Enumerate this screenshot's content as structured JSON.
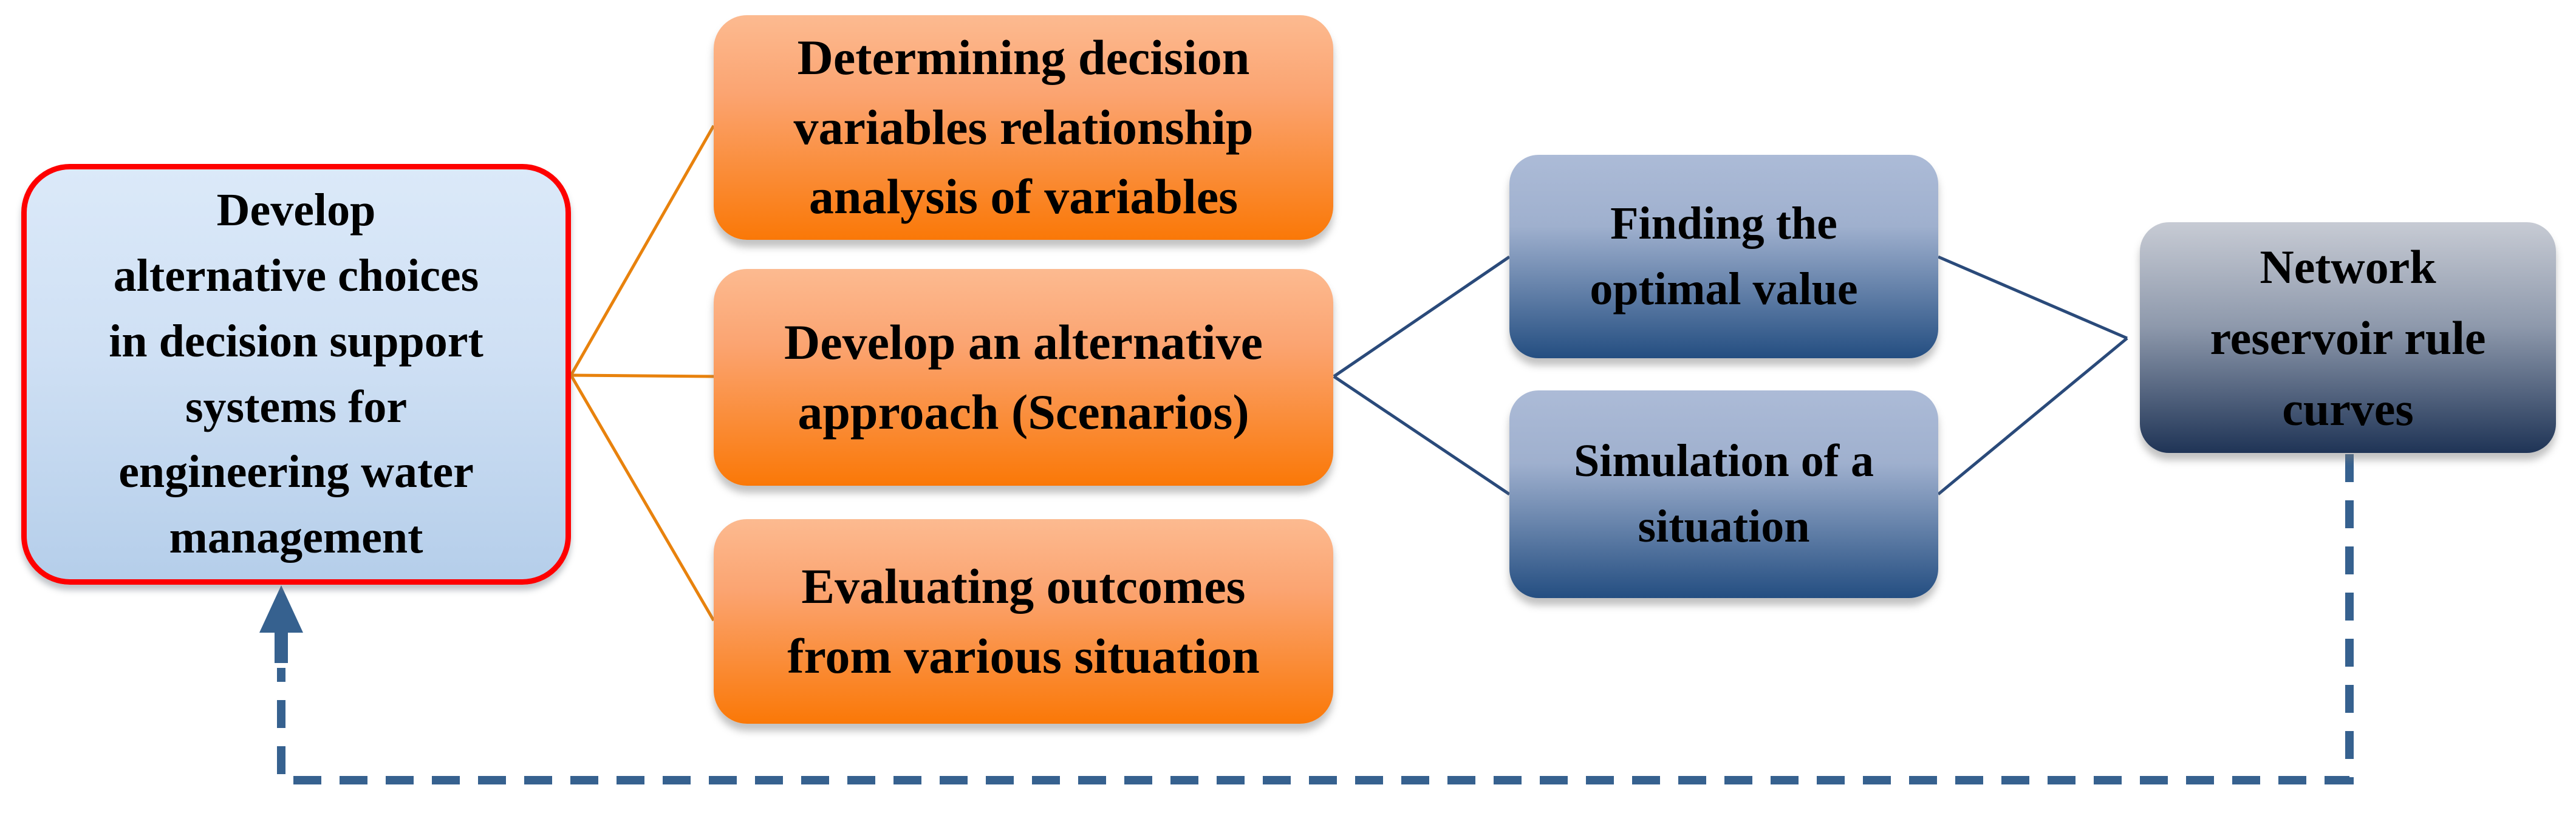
{
  "figure": {
    "type": "flow-diagram",
    "background": "#FFFFFF"
  },
  "colors": {
    "left_box_border": "#FE0000",
    "left_box_gradient_top": "#DBE9F9",
    "left_box_gradient_bottom": "#B5CEEA",
    "orange_box_gradient_top": "#FCBA90",
    "orange_box_gradient_bottom": "#FA7807",
    "blue_box_gradient_top": "#ACBBD7",
    "blue_box_gradient_bottom": "#244E81",
    "network_box_gradient_top": "#C7CBD4",
    "network_box_gradient_bottom": "#1F3456",
    "orange_connector": "#E8820D",
    "blue_connector": "#2A4A7A",
    "feedback_dashed": "#36618F",
    "text": "#000000"
  },
  "nodes": {
    "develop_choices": {
      "lines": [
        "Develop",
        "alternative choices",
        "in decision support",
        "systems for",
        "engineering water",
        "management"
      ]
    },
    "determining_variables": {
      "lines": [
        "Determining decision",
        "variables relationship",
        "analysis of variables"
      ]
    },
    "alternative_approach": {
      "lines": [
        "Develop an alternative",
        "approach (Scenarios)"
      ]
    },
    "evaluating_outcomes": {
      "lines": [
        "Evaluating outcomes",
        "from various situation"
      ]
    },
    "finding_optimal": {
      "lines": [
        "Finding the",
        "optimal value"
      ]
    },
    "simulation_situation": {
      "lines": [
        "Simulation of a",
        "situation"
      ]
    },
    "network_rule_curves": {
      "lines": [
        "Network",
        "reservoir rule",
        "curves"
      ]
    }
  }
}
